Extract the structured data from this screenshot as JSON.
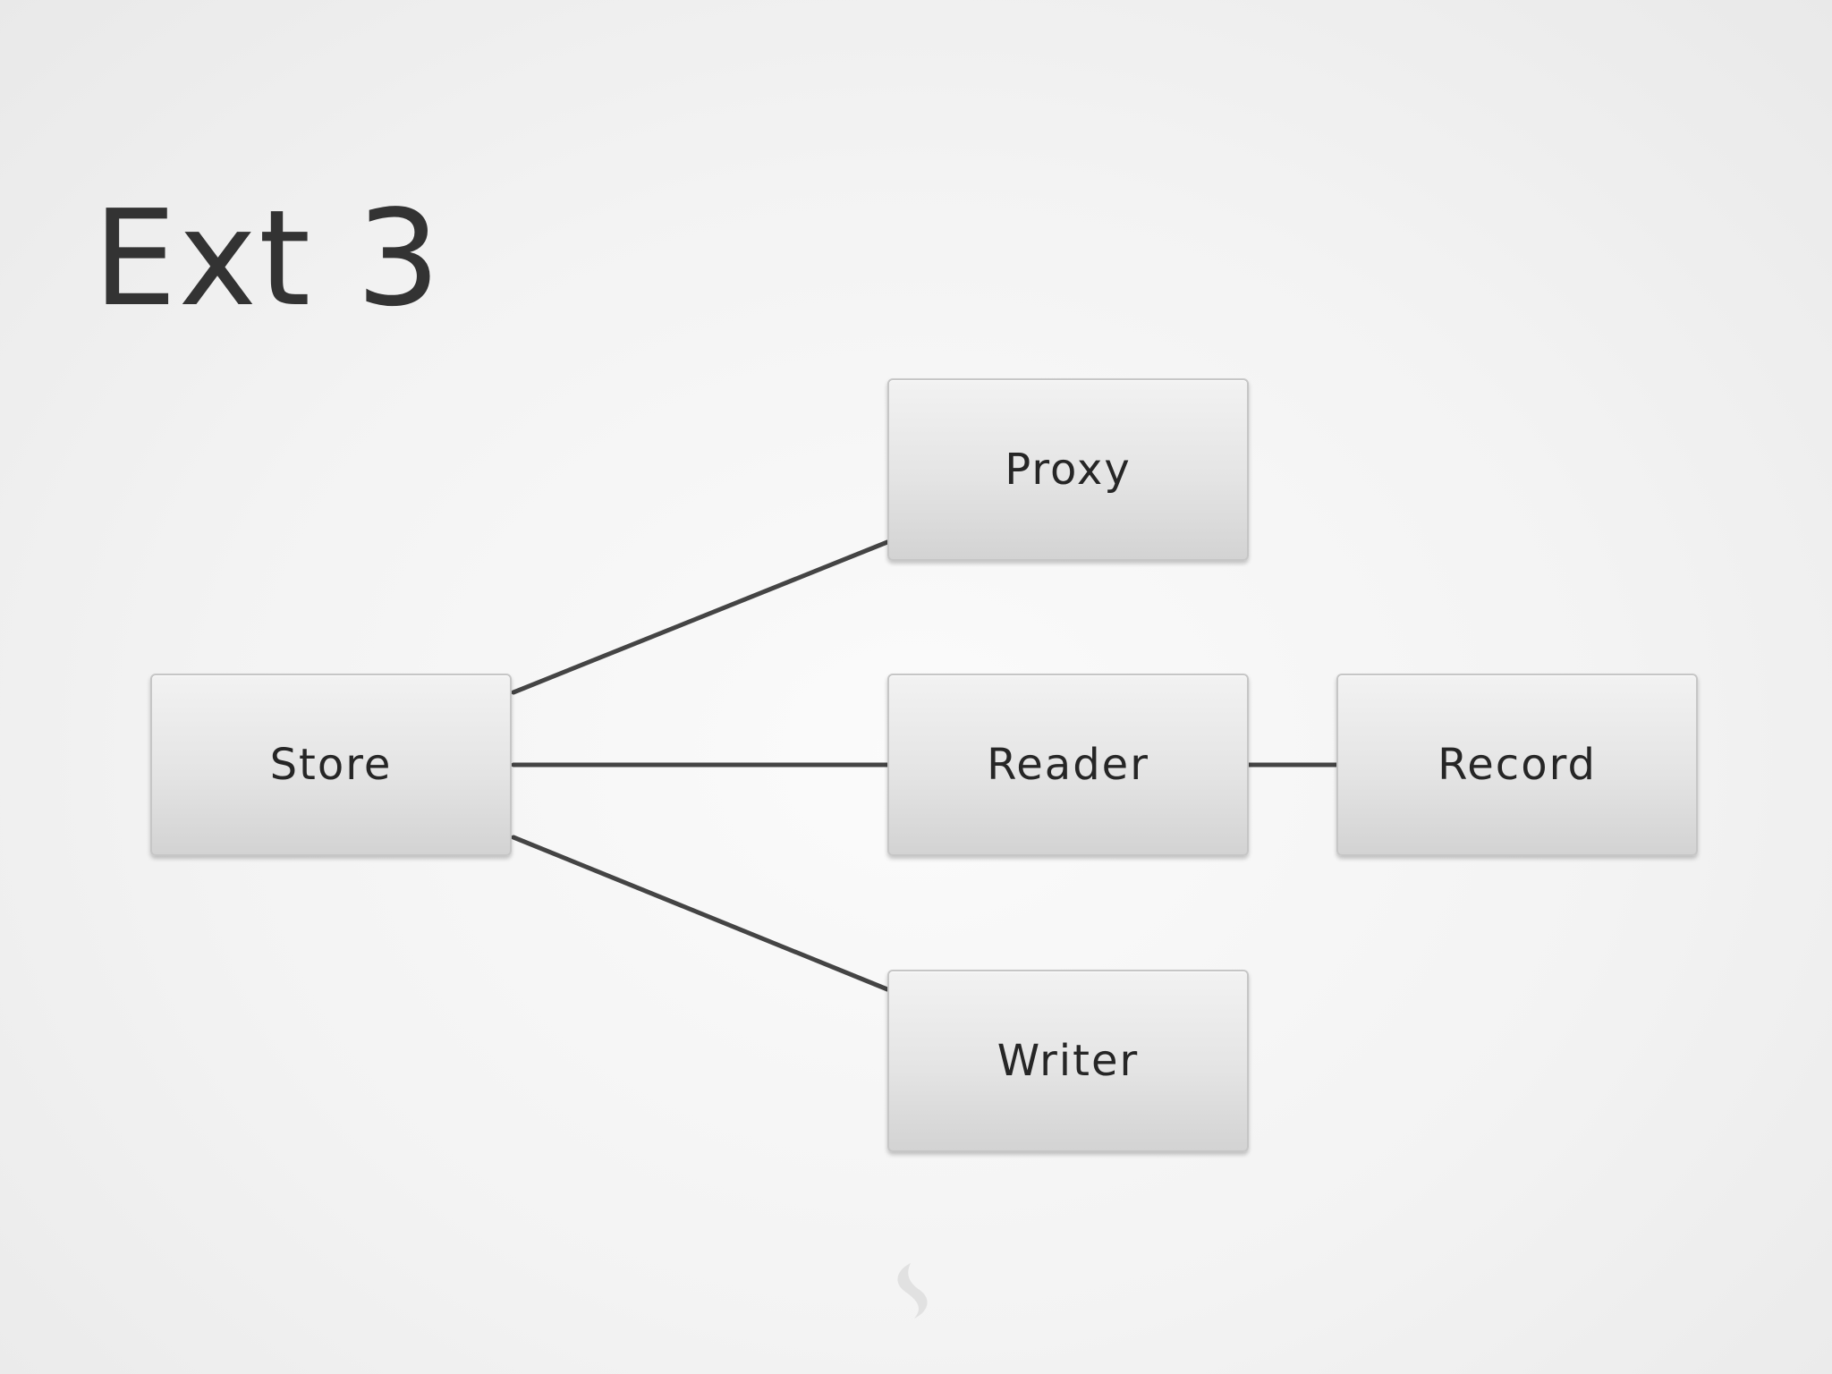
{
  "slide": {
    "title": "Ext 3"
  },
  "diagram": {
    "nodes": {
      "store": "Store",
      "proxy": "Proxy",
      "reader": "Reader",
      "writer": "Writer",
      "record": "Record"
    },
    "edges": [
      {
        "from": "Store",
        "to": "Proxy"
      },
      {
        "from": "Store",
        "to": "Reader"
      },
      {
        "from": "Store",
        "to": "Writer"
      },
      {
        "from": "Reader",
        "to": "Record"
      }
    ]
  },
  "colors": {
    "background": "#f3f3f3",
    "box_fill": "#e4e4e4",
    "line": "#444444",
    "text": "#262626"
  }
}
